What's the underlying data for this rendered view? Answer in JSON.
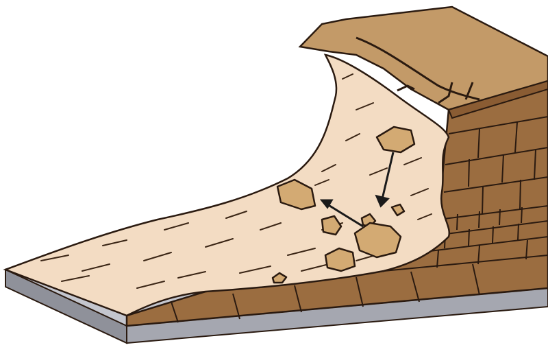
{
  "colors": {
    "background": "#ffffff",
    "bedrock_light": "#a87a4c",
    "bedrock_mid": "#9b6d40",
    "bedrock_dark": "#8a5c33",
    "cliff_top": "#c39a68",
    "cliff_top_dark": "#b58656",
    "talus": "#f3dcc3",
    "talus_dark": "#e8c9a8",
    "boulder": "#d3aa73",
    "base_top": "#c4c6ce",
    "base_front": "#9d9fa8",
    "outline": "#2a1a10",
    "arrow": "#1a1a1a"
  },
  "icons": [
    "falling-boulder",
    "bouncing-boulder",
    "motion-arrow"
  ]
}
